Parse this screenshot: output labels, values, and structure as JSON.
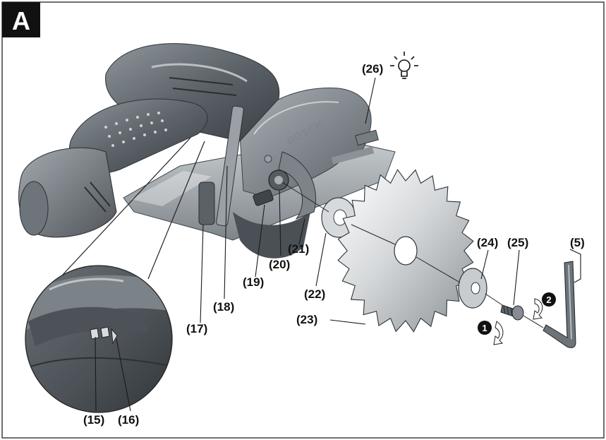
{
  "figure": {
    "panel_label": "A",
    "brand_text": "BOSCH",
    "callouts": {
      "c26": "(26)",
      "c5": "(5)",
      "c24": "(24)",
      "c25": "(25)",
      "c21": "(21)",
      "c20": "(20)",
      "c19": "(19)",
      "c22": "(22)",
      "c18": "(18)",
      "c17": "(17)",
      "c23": "(23)",
      "c15": "(15)",
      "c16": "(16)"
    },
    "steps": {
      "s1": "1",
      "s2": "2"
    },
    "icons": [
      "light-bulb-icon",
      "rotation-arrow-icon"
    ]
  }
}
